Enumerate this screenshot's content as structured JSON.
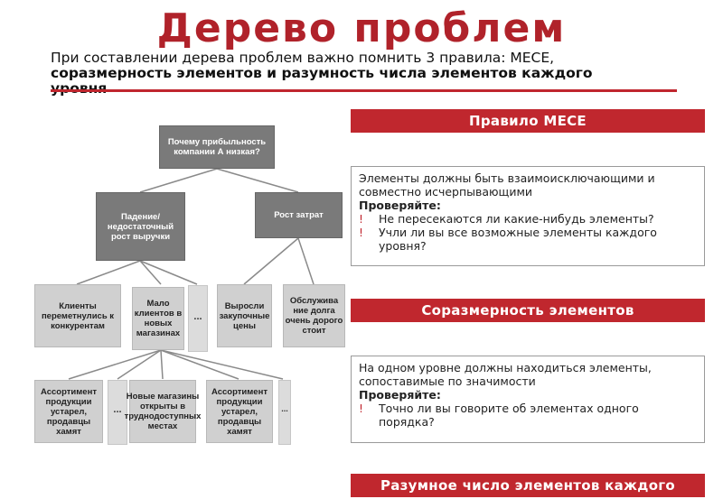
{
  "title": "Дерево проблем",
  "subtitle": {
    "line1": "При составлении дерева проблем важно помнить 3 правила: МЕСЕ,",
    "line2": "соразмерность элементов и разумность числа элементов каждого",
    "line3": "уровня"
  },
  "tree": {
    "root": "Почему прибыльность компании А низкая?",
    "level1": [
      "Падение/ недостаточный рост выручки",
      "Рост затрат"
    ],
    "level2": [
      "Клиенты переметнулись к конкурентам",
      "Мало клиентов в новых магазинах",
      "...",
      "Выросли закупочные цены",
      "Обслужива ние долга очень дорого стоит"
    ],
    "level3": [
      "Ассортимент продукции устарел, продавцы хамят",
      "...",
      "Новые магазины открыты в труднодоступных местах",
      "Ассортимент продукции устарел, продавцы хамят",
      "..."
    ]
  },
  "rules": [
    {
      "header": "Правило МЕСЕ",
      "text": "Элементы должны быть взаимоисключающими и совместно исчерпывающими",
      "check_label": "Проверяйте:",
      "bullets": [
        "Не пересекаются ли какие-нибудь элементы?",
        "Учли ли вы все возможные элементы каждого уровня?"
      ]
    },
    {
      "header": "Соразмерность элементов",
      "text": "На одном уровне должны находиться элементы, сопоставимые по значимости",
      "check_label": "Проверяйте:",
      "bullets": [
        "Точно ли вы говорите об элементах одного порядка?"
      ]
    },
    {
      "header": "Разумное число элементов каждого"
    }
  ],
  "bullet_mark": "!",
  "colors": {
    "accent": "#c0272e",
    "node_dark": "#7a7a7a",
    "node_light": "#d0d0d0"
  }
}
